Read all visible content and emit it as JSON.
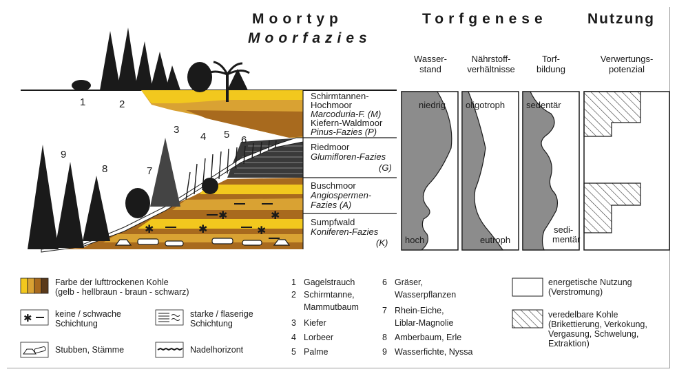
{
  "headers": {
    "moortyp": "Moortyp",
    "moorfazies": "Moorfazies",
    "torfgenese": "Torfgenese",
    "nutzung": "Nutzung"
  },
  "columns": {
    "wasserstand": "Wasser-\nstand",
    "naehrstoff": "Nährstoff-\nverhältnisse",
    "torfbildung": "Torf-\nbildung",
    "verwertung": "Verwertungs-\npotenzial"
  },
  "column_labels": {
    "niedrig": "niedrig",
    "hoch": "hoch",
    "oligotroph": "oligotroph",
    "eutroph": "eutroph",
    "sedentaer": "sedentär",
    "sedimentaer_1": "sedi-",
    "sedimentaer_2": "mentär"
  },
  "moor_types": [
    {
      "name": "Schirmtannen-",
      "name2": "Hochmoor",
      "facies": "Marcoduria-F. (M)",
      "name3": "Kiefern-Waldmoor",
      "facies2": "Pinus-Fazies (P)"
    },
    {
      "name": "Riedmoor",
      "facies": "Glumifloren-Fazies",
      "code": "(G)"
    },
    {
      "name": "Buschmoor",
      "facies": "Angiospermen-",
      "facies2": "Fazies (A)"
    },
    {
      "name": "Sumpfwald",
      "facies": "Koniferen-Fazies",
      "code": "(K)"
    }
  ],
  "numbers": [
    "1",
    "2",
    "3",
    "4",
    "5",
    "6",
    "7",
    "8",
    "9"
  ],
  "legend": {
    "coal_color": "Farbe der lufttrockenen Kohle",
    "coal_color_sub": "(gelb - hellbraun - braun - schwarz)",
    "weak_layering": "keine / schwache",
    "weak_layering2": "Schichtung",
    "strong_layering": "starke / flaserige",
    "strong_layering2": "Schichtung",
    "stumps": "Stubben, Stämme",
    "needle_horizon": "Nadelhorizont"
  },
  "plants": [
    {
      "num": "1",
      "name": "Gagelstrauch"
    },
    {
      "num": "2",
      "name": "Schirmtanne,",
      "name2": "Mammutbaum"
    },
    {
      "num": "3",
      "name": "Kiefer"
    },
    {
      "num": "4",
      "name": "Lorbeer"
    },
    {
      "num": "5",
      "name": "Palme"
    },
    {
      "num": "6",
      "name": "Gräser,",
      "name2": "Wasserpflanzen"
    },
    {
      "num": "7",
      "name": "Rhein-Eiche,",
      "name2": "Liblar-Magnolie"
    },
    {
      "num": "8",
      "name": "Amberbaum, Erle"
    },
    {
      "num": "9",
      "name": "Wasserfichte, Nyssa"
    }
  ],
  "usage_legend": {
    "energetic": "energetische Nutzung",
    "energetic2": "(Verstromung)",
    "refinable": "veredelbare Kohle",
    "refinable2": "(Brikettierung, Verkokung,",
    "refinable3": "Vergasung, Schwelung,",
    "refinable4": "Extraktion)"
  },
  "colors": {
    "yellow": "#f2c81e",
    "lightbrown": "#d9a233",
    "brown": "#a86a1e",
    "darkbrown": "#5a3a1a",
    "gray": "#8c8c8c",
    "black": "#1a1a1a"
  }
}
